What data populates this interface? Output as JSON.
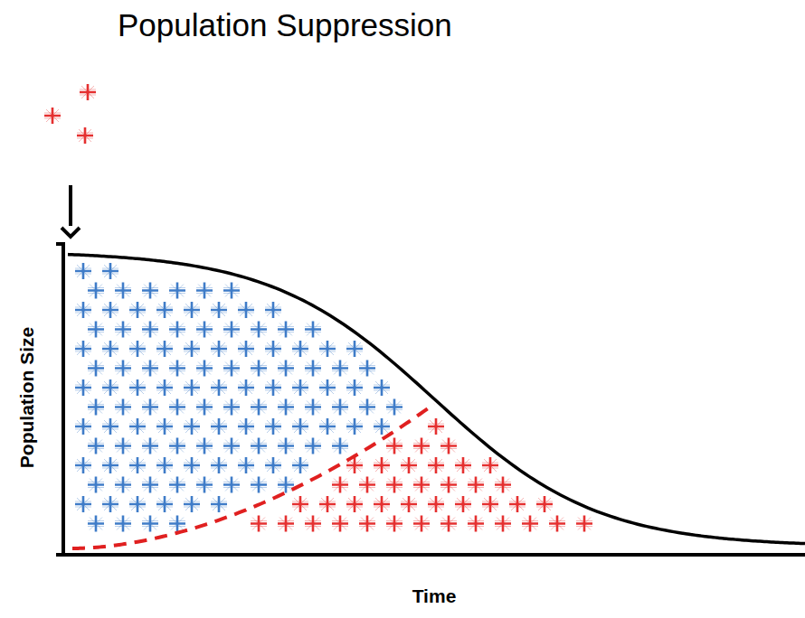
{
  "diagram": {
    "title": "Population Suppression",
    "labels": [
      "Population Size",
      "Time"
    ]
  }
}
